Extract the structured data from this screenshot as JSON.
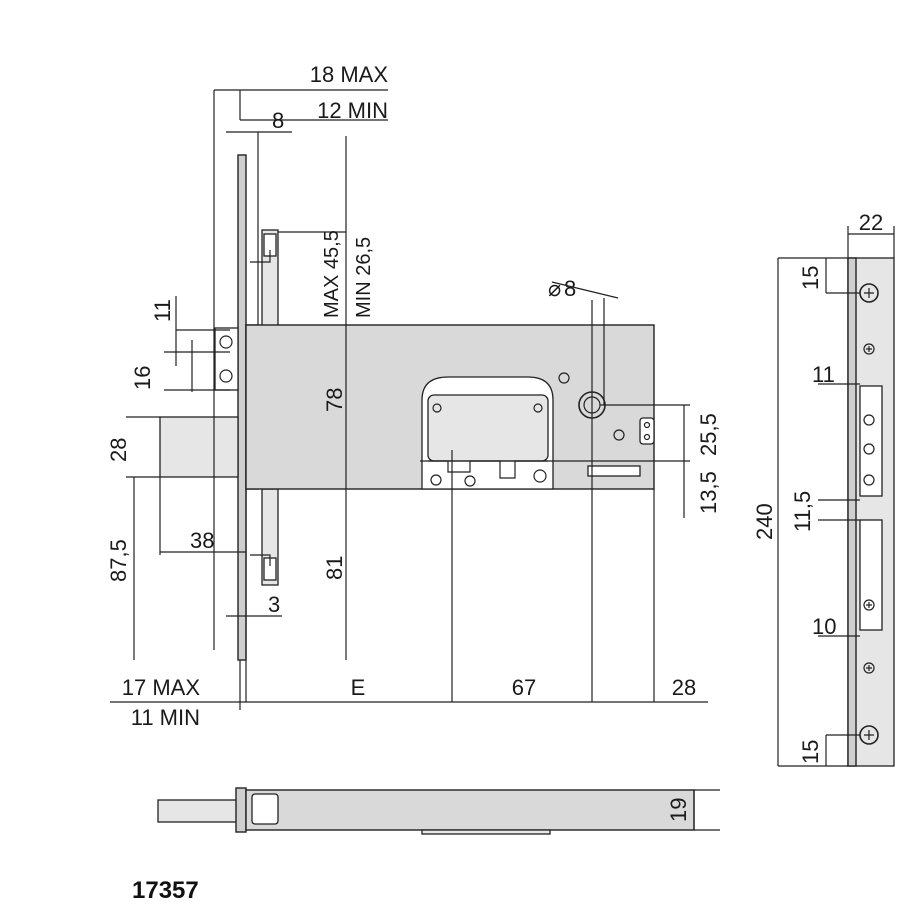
{
  "dimensions": {
    "faceplate_max": "18 MAX",
    "faceplate_min": "12 MIN",
    "plate_thickness": "8",
    "backset_max": "MAX 45,5",
    "backset_min": "MIN 26,5",
    "diameter": "8",
    "latch_upper": "11",
    "latch_height": "16",
    "bolt_height": "28",
    "bolt_throw": "38",
    "lower_height": "87,5",
    "body_height": "78",
    "lower_body": "81",
    "tab_offset": "3",
    "keyhole_upper": "25,5",
    "keyhole_lower": "13,5",
    "door_max": "17 MAX",
    "door_min": "11 MIN",
    "backset": "E",
    "center_distance": "67",
    "edge_distance": "28",
    "strike_width": "22",
    "strike_top_hole": "15",
    "strike_latch_offset": "11",
    "strike_total": "240",
    "strike_mid": "11,5",
    "strike_lower_offset": "10",
    "strike_bottom_hole": "15",
    "bottom_thickness": "19"
  },
  "product_code": "17357"
}
